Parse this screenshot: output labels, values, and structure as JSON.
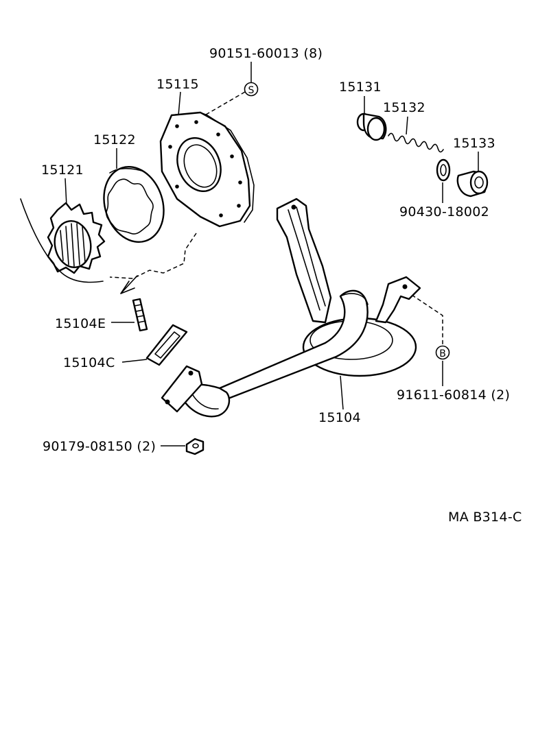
{
  "labels": {
    "bolt_washer_set": "90151-60013 (8)",
    "pump_body": "15115",
    "relief_valve": "15131",
    "relief_spring": "15132",
    "valve_plug": "15133",
    "gasket_ring": "90430-18002",
    "driven_rotor": "15122",
    "drive_rotor": "15121",
    "stud": "15104E",
    "strainer_gasket": "15104C",
    "bolt_b": "91611-60814 (2)",
    "oil_strainer": "15104",
    "nut": "90179-08150 (2)",
    "marker_s": "S",
    "marker_b": "B",
    "figure_code": "MA B314-C"
  }
}
